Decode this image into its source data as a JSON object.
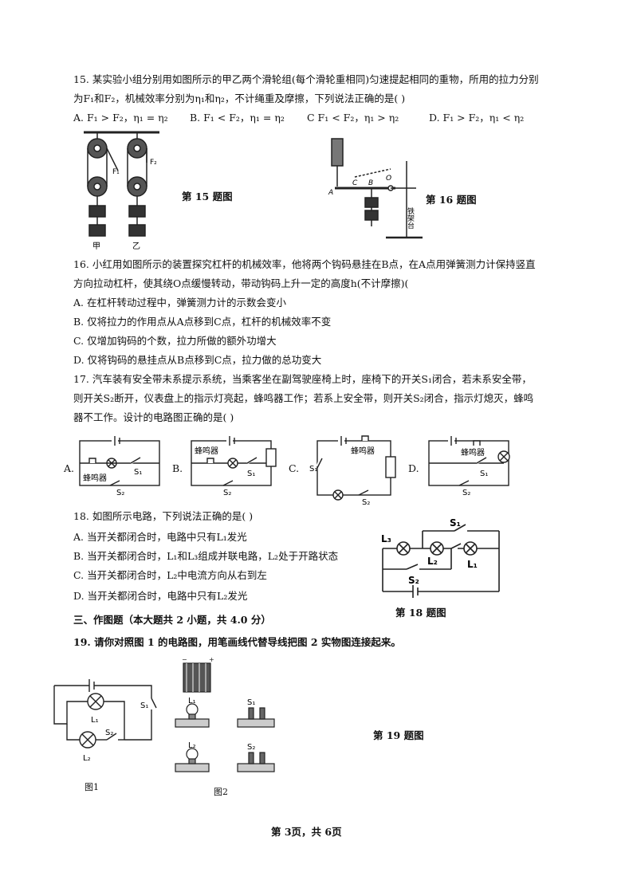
{
  "q15": {
    "stem_line1": "15. 某实验小组分别用如图所示的甲乙两个滑轮组(每个滑轮重相同)匀速提起相同的重物，所用的拉力分别",
    "stem_line2": "为F₁和F₂，机械效率分别为η₁和η₂，不计绳重及摩擦，下列说法正确的是(    )",
    "options": [
      "A.  F₁ > F₂，η₁ = η₂",
      "B.  F₁ < F₂，η₁ = η₂",
      "C  F₁ < F₂，η₁ > η₂",
      "D.  F₁ > F₂，η₁ < η₂"
    ],
    "fig_labels": {
      "left": "甲",
      "right": "乙",
      "f1": "F₁",
      "f2": "F₂"
    },
    "caption": "第 15 题图"
  },
  "q16": {
    "stem_line1": "16. 小红用如图所示的装置探究杠杆的机械效率，他将两个钩码悬挂在B点，在A点用弹簧测力计保持竖直",
    "stem_line2": "方向拉动杠杆，使其绕O点缓慢转动，带动钩码上升一定的高度h(不计摩擦)(",
    "options": [
      "A.  在杠杆转动过程中，弹簧测力计的示数会变小",
      "B.  仅将拉力的作用点从A点移到C点，杠杆的机械效率不变",
      "C.  仅增加钩码的个数，拉力所做的额外功增大",
      "D.  仅将钩码的悬挂点从B点移到C点，拉力做的总功变大"
    ],
    "fig_labels": {
      "a": "A",
      "b": "B",
      "c": "C",
      "o": "O",
      "stand": "铁架台"
    },
    "caption": "第 16 题图"
  },
  "q17": {
    "stem_line1": "17. 汽车装有安全带未系提示系统，当乘客坐在副驾驶座椅上时，座椅下的开关S₁闭合，若未系安全带，",
    "stem_line2": "则开关S₂断开，仪表盘上的指示灯亮起，蜂鸣器工作；若系上安全带，则开关S₂闭合，指示灯熄灭，蜂鸣",
    "stem_line3": "器不工作。设计的电路图正确的是(  )",
    "circuit_labels": [
      "A.",
      "B.",
      "C.",
      "D."
    ],
    "buzzer": "蜂鸣器",
    "s1": "S₁",
    "s2": "S₂"
  },
  "q18": {
    "stem": "18. 如图所示电路，下列说法正确的是(    )",
    "options": [
      "A.  当开关都闭合时，电路中只有L₁发光",
      "B.  当开关都闭合时，L₁和L₃组成并联电路，L₂处于开路状态",
      "C.  当开关都闭合时，L₂中电流方向从右到左",
      "D.  当开关都闭合时，电路中只有L₂发光"
    ],
    "fig_labels": {
      "l1": "L₁",
      "l2": "L₂",
      "l3": "L₃",
      "s1": "S₁",
      "s2": "S₂"
    },
    "caption": "第 18 题图"
  },
  "section3": "三、作图题（本大题共 2 小题，共 4.0 分）",
  "q19": {
    "stem": "19. 请你对照图 1 的电路图，用笔画线代替导线把图 2 实物图连接起来。",
    "fig1_labels": {
      "l1": "L₁",
      "l2": "L₂",
      "s1": "S₁",
      "s2": "S₂",
      "caption": "图1"
    },
    "fig2_labels": {
      "l1": "L₁",
      "l2": "L₂",
      "s1": "S₁",
      "s2": "S₂",
      "caption": "图2"
    },
    "caption": "第 19 题图"
  },
  "footer": "第 3页，共 6页"
}
